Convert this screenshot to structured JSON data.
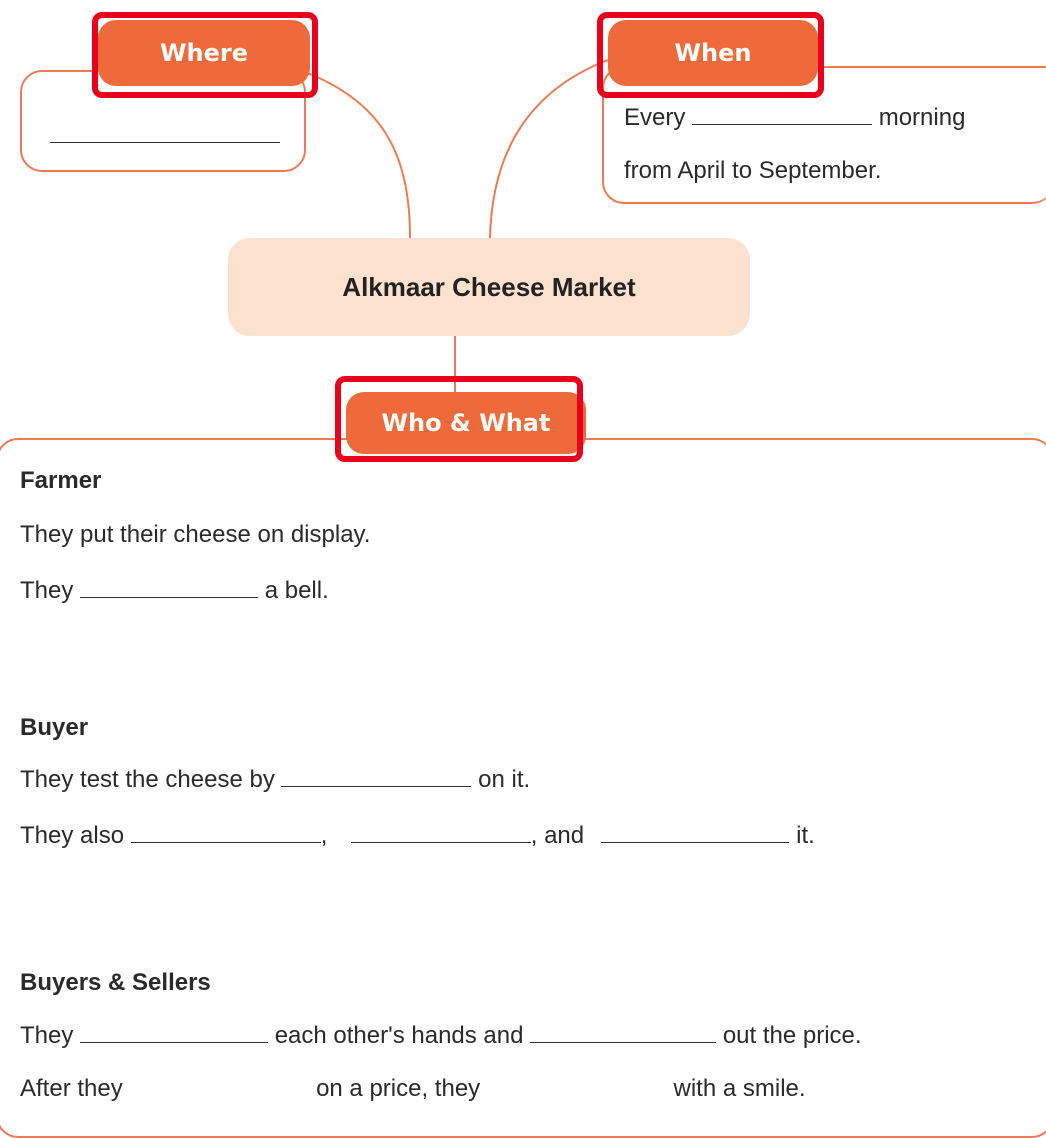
{
  "labels": {
    "where": "Where",
    "when": "When",
    "center": "Alkmaar Cheese Market",
    "who_what": "Who & What"
  },
  "when_box": {
    "line1_a": "Every",
    "line1_b": "morning",
    "line2": "from April to September."
  },
  "farmer": {
    "heading": "Farmer",
    "line1": "They put their cheese on display.",
    "line2_a": "They",
    "line2_b": "a bell."
  },
  "buyer": {
    "heading": "Buyer",
    "line1_a": "They test the cheese by",
    "line1_b": "on it.",
    "line2_a": "They also",
    "line2_b": ",",
    "line2_c": ", and",
    "line2_d": "it."
  },
  "buyers_sellers": {
    "heading": "Buyers & Sellers",
    "line1_a": "They",
    "line1_b": "each other's hands and",
    "line1_c": "out the price.",
    "line2_a": "After they",
    "line2_b": "on a price, they",
    "line2_c": "with a smile."
  },
  "colors": {
    "accent": "#ef6a3a",
    "border": "#ee7a55",
    "center_fill": "#fde1cf",
    "highlight": "#e8001c"
  }
}
